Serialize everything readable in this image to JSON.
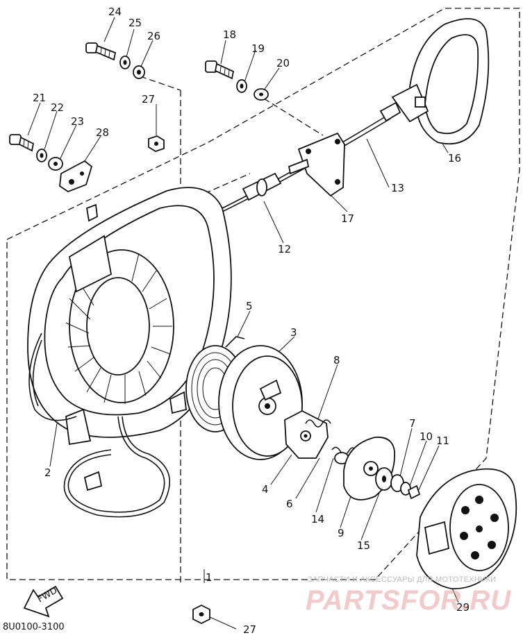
{
  "callouts": [
    "1",
    "2",
    "3",
    "4",
    "5",
    "6",
    "7",
    "8",
    "9",
    "10",
    "11",
    "12",
    "13",
    "14",
    "15",
    "16",
    "17",
    "18",
    "19",
    "20",
    "21",
    "22",
    "23",
    "24",
    "25",
    "26",
    "27",
    "27",
    "28",
    "29"
  ],
  "diagram_code": "8U0100-3100",
  "fwd_label": "FWD",
  "watermark": {
    "tagline": "ЗАПЧАСТИ И АКСЕССУАРЫ ДЛЯ МОТОТЕХНИКИ",
    "logo": "PARTSFOR.RU",
    "logo_color": "#e8a0a0"
  }
}
